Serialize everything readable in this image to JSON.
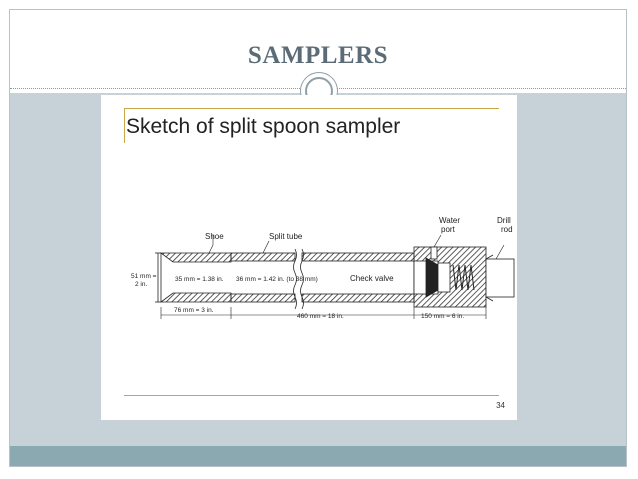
{
  "slide": {
    "title": "SAMPLERS"
  },
  "figure": {
    "heading": "Sketch of split spoon sampler",
    "page_number": "34",
    "labels": {
      "shoe": "Shoe",
      "split_tube": "Split tube",
      "water_port_1": "Water",
      "water_port_2": "port",
      "drill_rod_1": "Drill",
      "drill_rod_2": "rod",
      "outer_dia_1": "51 mm =",
      "outer_dia_2": "2 in.",
      "inner_dia_shoe": "35 mm = 1.38 in.",
      "inner_dia_tube": "36 mm = 1.42 in. (to 38 mm)",
      "check_valve": "Check valve",
      "len_shoe": "76 mm = 3 in.",
      "len_tube": "460 mm = 18 in.",
      "len_head": "150 mm = 6 in."
    }
  },
  "colors": {
    "title": "#5b6c77",
    "content_bg": "#c6d2d7",
    "bottom_bar": "#8aa9b0",
    "figure_rule": "#c9a64a"
  }
}
